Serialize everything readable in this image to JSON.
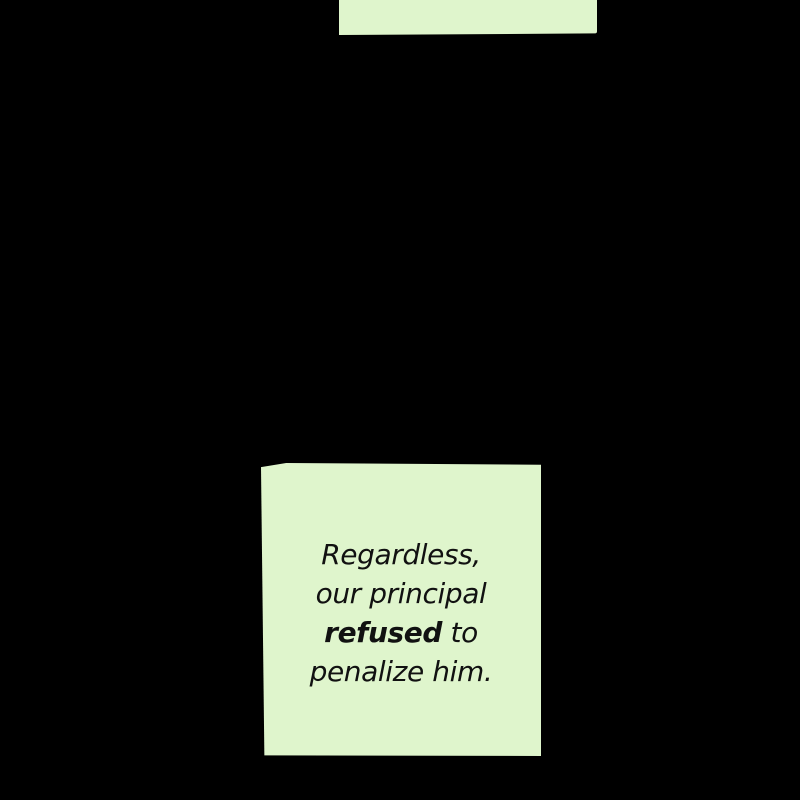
{
  "scene": {
    "background_color": "#000000",
    "note_color": "#dff5cc",
    "text_color": "#111111"
  },
  "caption_box": {
    "line1": "Regardless,",
    "line2": "our principal",
    "line3_bold": "refused",
    "line3_rest": " to",
    "line4": "penalize him."
  }
}
